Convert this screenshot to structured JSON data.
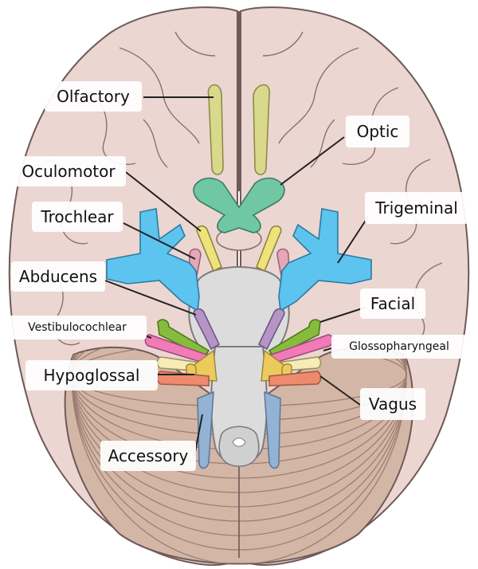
{
  "diagram": {
    "labels": {
      "olfactory": "Olfactory",
      "optic": "Optic",
      "oculomotor": "Oculomotor",
      "trochlear": "Trochlear",
      "trigeminal": "Trigeminal",
      "abducens": "Abducens",
      "facial": "Facial",
      "vestibulocochlear": "Vestibulocochlear",
      "glossopharyngeal": "Glossopharyngeal",
      "hypoglossal": "Hypoglossal",
      "vagus": "Vagus",
      "accessory": "Accessory"
    },
    "colors": {
      "cerebrum": "#ecd6d2",
      "cerebrum_outline": "#6f5a57",
      "cerebellum": "#d3b6a6",
      "brainstem": "#dcdcdc",
      "olfactory": "#d8d98a",
      "optic": "#6fc7a3",
      "oculomotor": "#eee27a",
      "trochlear": "#e6a7b7",
      "trigeminal": "#5cc4ee",
      "abducens": "#b594c6",
      "facial": "#86bb3d",
      "vestibulocochlear": "#f07bb7",
      "glossopharyngeal": "#f8ecb6",
      "vagus": "#ee8a6d",
      "hypoglossal": "#eacb5c",
      "accessory": "#93b2d4"
    }
  }
}
